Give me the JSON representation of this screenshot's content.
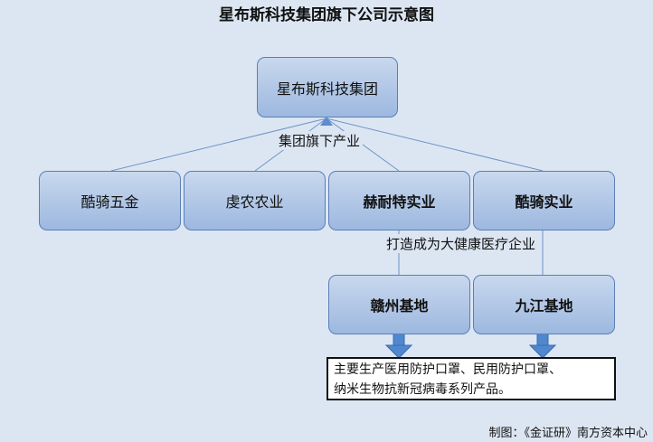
{
  "title": "星布斯科技集团旗下公司示意图",
  "root": "星布斯科技集团",
  "group_label": "集团旗下产业",
  "subsidiaries": [
    "酷骑五金",
    "虔农农业",
    "赫耐特实业",
    "酷骑实业"
  ],
  "mid_label": "打造成为大健康医疗企业",
  "bases": [
    "赣州基地",
    "九江基地"
  ],
  "products": [
    "主要生产医用防护口罩、民用防护口罩、",
    "纳米生物抗新冠病毒系列产品。"
  ],
  "footer": "制图：《金证研》南方资本中心"
}
